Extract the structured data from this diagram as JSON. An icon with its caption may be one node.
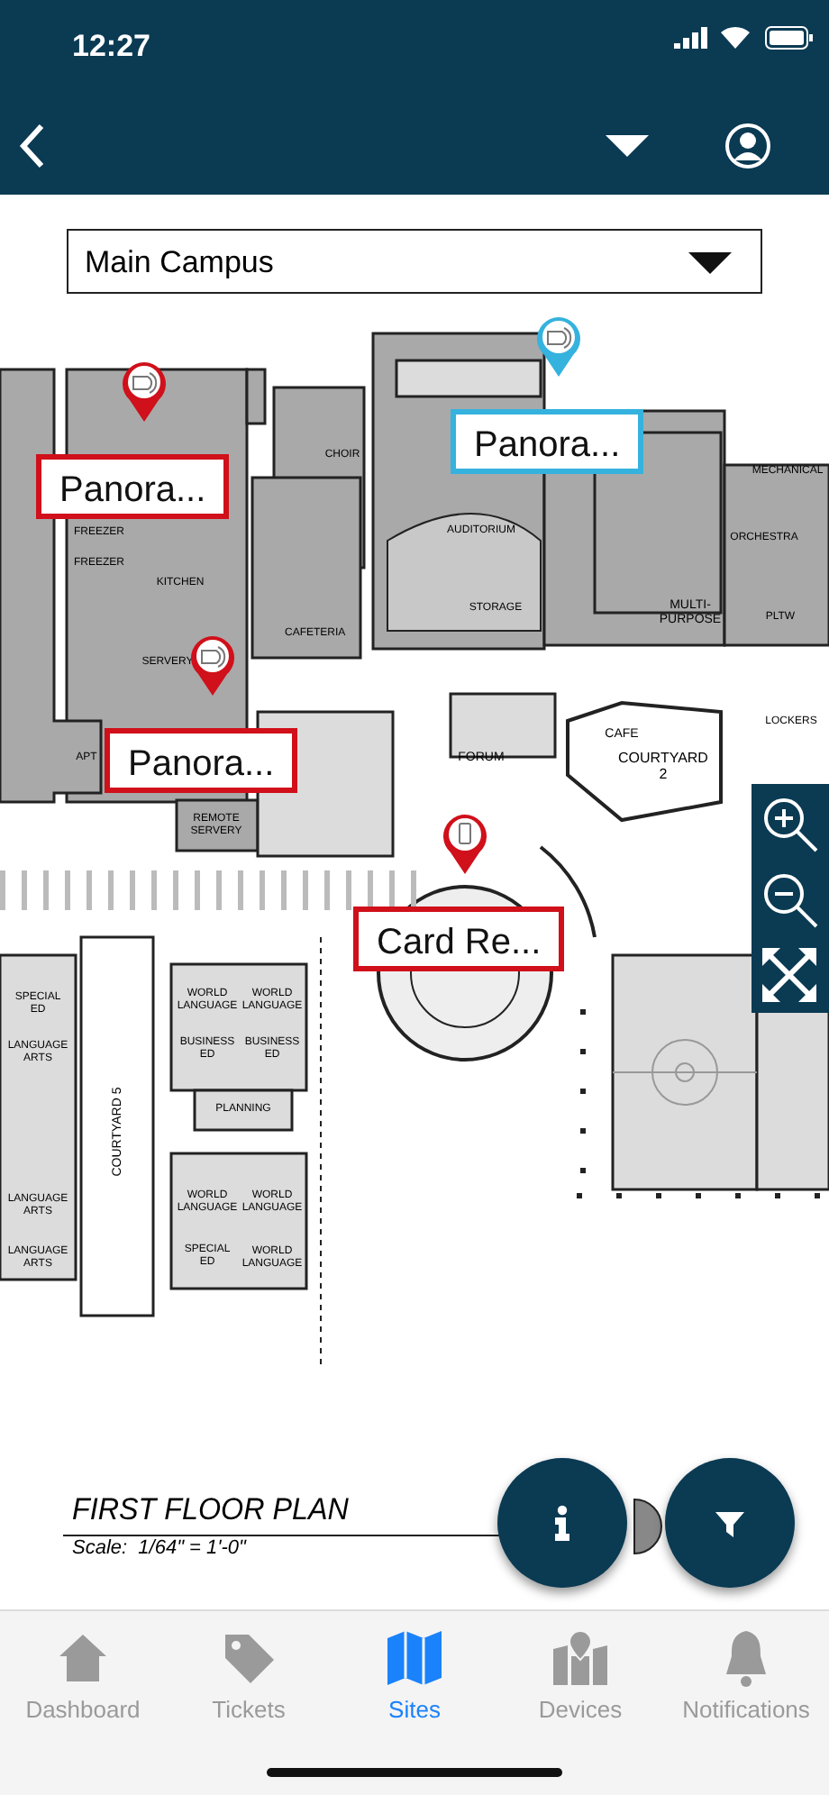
{
  "diagram": {
    "labels": [
      "12:27",
      "Main Campus",
      "CHOIR",
      "FREEZER",
      "FREEZER",
      "KITCHEN",
      "CAFETERIA",
      "SERVERY",
      "APT",
      "REMOTE SERVERY",
      "AUDITORIUM",
      "MECHANICAL",
      "ORCHESTRA",
      "MULTI-PURPOSE",
      "PLTW",
      "STORAGE",
      "FORUM",
      "CAFE",
      "COURTYARD 2",
      "LOCKERS",
      "SPECIAL ED",
      "LANGUAGE ARTS",
      "WORLD LANGUAGE",
      "WORLD LANGUAGE",
      "BUSINESS ED",
      "BUSINESS ED",
      "COURTYARD 5",
      "PLANNING",
      "LANGUAGE ARTS",
      "LANGUAGE ARTS",
      "WORLD LANGUAGE",
      "WORLD LANGUAGE",
      "SPECIAL ED",
      "WORLD LANGUAGE",
      "Panora...",
      "Panora...",
      "Panora...",
      "Card Re...",
      "FIRST FLOOR PLAN",
      "Scale:  1/64\" = 1'-0\"",
      "Dashboard",
      "Tickets",
      "Sites",
      "Devices",
      "Notifications"
    ]
  }
}
